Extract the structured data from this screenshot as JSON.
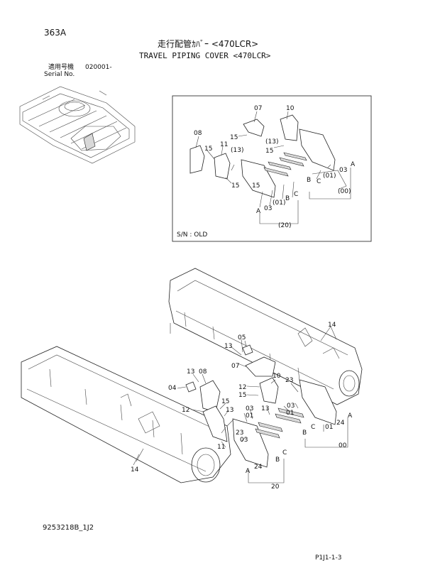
{
  "header": {
    "section_code": "363A",
    "title_jp": "走行配管ｶﾊﾞｰ <470LCR>",
    "title_en": "TRAVEL PIPING COVER <470LCR>",
    "serial_label_jp": "適用号機",
    "serial_value": "020001-",
    "serial_label_en": "Serial No."
  },
  "inset": {
    "sn_label": "S/N : OLD",
    "callouts": [
      "07",
      "10",
      "08",
      "15",
      "(13)",
      "15",
      "11",
      "(13)",
      "15",
      "15",
      "(01)",
      "03",
      "A",
      "B",
      "C",
      "(00)",
      "15",
      "A",
      "03",
      "(01)",
      "B",
      "C",
      "(20)"
    ]
  },
  "main": {
    "callouts": [
      "14",
      "05",
      "13",
      "07",
      "13",
      "08",
      "10",
      "04",
      "23",
      "12",
      "15",
      "15",
      "12",
      "03",
      "01",
      "13",
      "03",
      "13",
      "01",
      "24",
      "A",
      "B",
      "C",
      "00",
      "23",
      "03",
      "11",
      "01",
      "A",
      "24",
      "B",
      "C",
      "14",
      "20"
    ]
  },
  "footer": {
    "drawing_no": "9253218B_1J2",
    "page_ref": "P1J1-1-3"
  }
}
